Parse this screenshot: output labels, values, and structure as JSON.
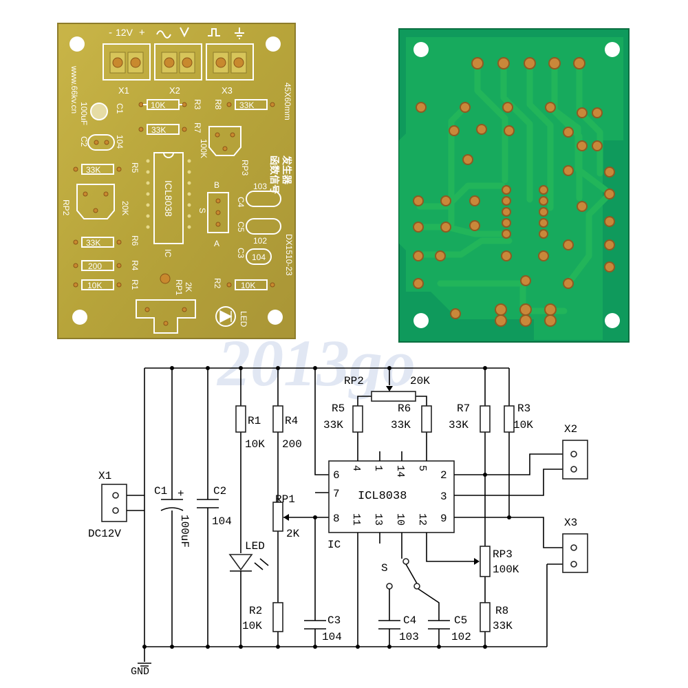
{
  "watermark": "2013go",
  "pcb_front": {
    "website": "www.66kv.cn",
    "size": "45X60mm",
    "title_line1": "函数信号",
    "title_line2": "发生器",
    "model": "DX1510-23",
    "top_labels": {
      "minus": "-",
      "v12": "12V",
      "plus": "+"
    },
    "terminals": [
      "X1",
      "X2",
      "X3"
    ],
    "parts": {
      "c1": "C1",
      "c1_value": "100uF",
      "r3": "R3",
      "r3_value": "10K",
      "r8": "R8",
      "r8_value": "33K",
      "r7": "R7",
      "r7_value": "33K",
      "c2": "C2",
      "c2_value": "104",
      "rp3": "RP3",
      "rp3_value": "100K",
      "r5": "R5",
      "r5_value": "33K",
      "ic": "ICL8038",
      "ic_ref": "IC",
      "rp2": "RP2",
      "rp2_value": "20K",
      "switch_s": "S",
      "switch_b": "B",
      "switch_a": "A",
      "c4": "C4",
      "c4_value": "103",
      "c5": "C5",
      "c5_value": "102",
      "c3": "C3",
      "c3_value": "104",
      "r6": "R6",
      "r6_value": "33K",
      "r4": "R4",
      "r4_value": "200",
      "r1": "R1",
      "r1_value": "10K",
      "rp1": "RP1",
      "rp1_value": "2K",
      "r2": "R2",
      "r2_value": "10K",
      "led": "LED"
    }
  },
  "schematic": {
    "x1": "X1",
    "x1_value": "DC12V",
    "c1": "C1",
    "c1_plus": "+",
    "c1_value": "100uF",
    "c2": "C2",
    "c2_value": "104",
    "r1": "R1",
    "r1_value": "10K",
    "r4": "R4",
    "r4_value": "200",
    "led": "LED",
    "rp1": "RP1",
    "rp1_value": "2K",
    "r2": "R2",
    "r2_value": "10K",
    "c3": "C3",
    "c3_value": "104",
    "rp2": "RP2",
    "rp2_value": "20K",
    "r5": "R5",
    "r5_value": "33K",
    "r6": "R6",
    "r6_value": "33K",
    "r7": "R7",
    "r7_value": "33K",
    "r3": "R3",
    "r3_value": "10K",
    "ic_name": "ICL8038",
    "ic_ref": "IC",
    "pins": {
      "p6": "6",
      "p4": "4",
      "p1": "1",
      "p14": "14",
      "p5": "5",
      "p2": "2",
      "p3": "3",
      "p9": "9",
      "p7": "7",
      "p8": "8",
      "p11": "11",
      "p13": "13",
      "p10": "10",
      "p12": "12"
    },
    "x2": "X2",
    "x3": "X3",
    "rp3": "RP3",
    "rp3_value": "100K",
    "r8": "R8",
    "r8_value": "33K",
    "s": "S",
    "c4": "C4",
    "c4_value": "103",
    "c5": "C5",
    "c5_value": "102",
    "gnd": "GND"
  }
}
